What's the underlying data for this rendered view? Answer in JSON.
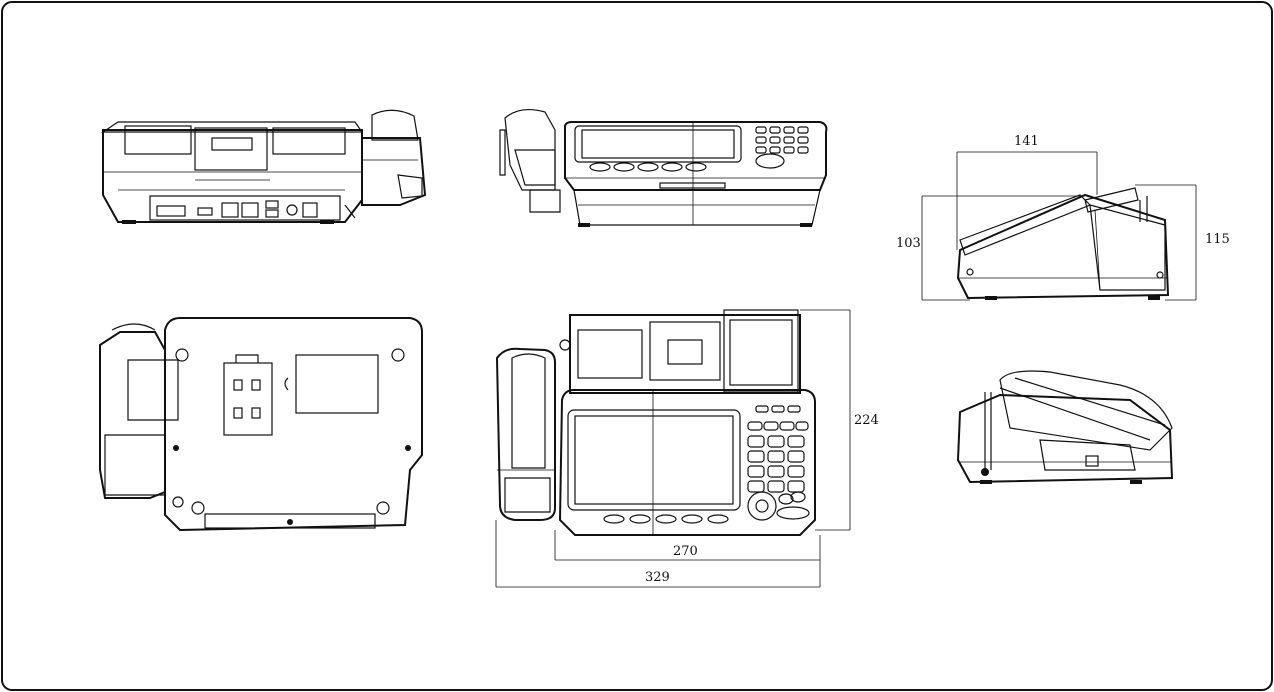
{
  "dimensions": {
    "depth_top": "141",
    "height_front": "103",
    "height_back": "115",
    "depth_plan": "224",
    "width_body": "270",
    "width_total": "329"
  }
}
